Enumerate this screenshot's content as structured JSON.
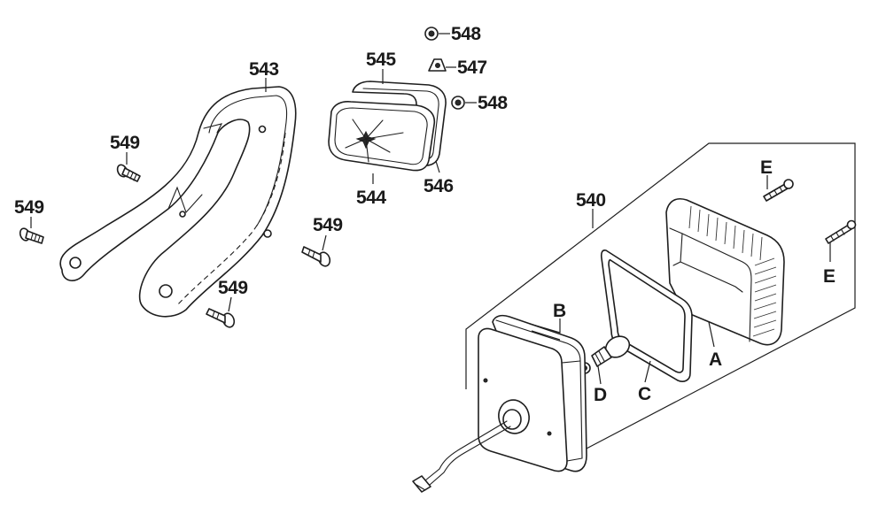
{
  "callouts": {
    "p548_top": "548",
    "p547": "547",
    "p548_mid": "548",
    "p545": "545",
    "p543": "543",
    "p549_a": "549",
    "p549_b": "549",
    "p549_c": "549",
    "p549_d": "549",
    "p544": "544",
    "p546": "546",
    "p540": "540",
    "B": "B",
    "C": "C",
    "D": "D",
    "A": "A",
    "E_top": "E",
    "E_right": "E"
  }
}
